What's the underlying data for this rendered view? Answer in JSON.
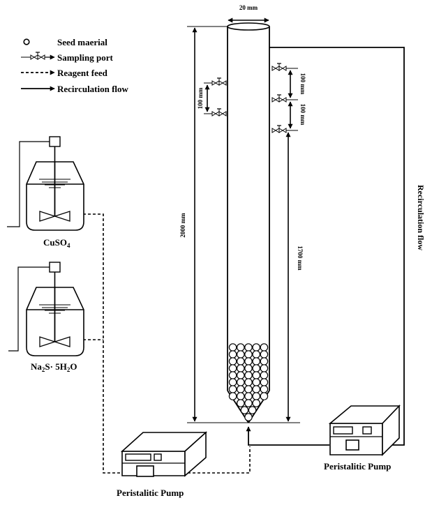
{
  "legend": {
    "seed": "Seed maerial",
    "sampling": "Sampling port",
    "reagent": "Reagent feed",
    "recirc": "Recirculation flow"
  },
  "dimensions": {
    "width": "20 mm",
    "total_height": "2000 mm",
    "sample_spacing_left": "100 mm",
    "sample_spacing_right_1": "100 mm",
    "sample_spacing_right_2": "100 mm",
    "lower_height": "1700 mm"
  },
  "tanks": {
    "tank1_label": "CuSO",
    "tank1_sub": "4",
    "tank2_part1": "Na",
    "tank2_sub1": "2",
    "tank2_part2": "S· 5H",
    "tank2_sub2": "2",
    "tank2_part3": "O"
  },
  "pumps": {
    "left_label": "Peristalitic Pump",
    "right_label": "Peristalitic Pump"
  },
  "side_label": "Recirculation flow"
}
